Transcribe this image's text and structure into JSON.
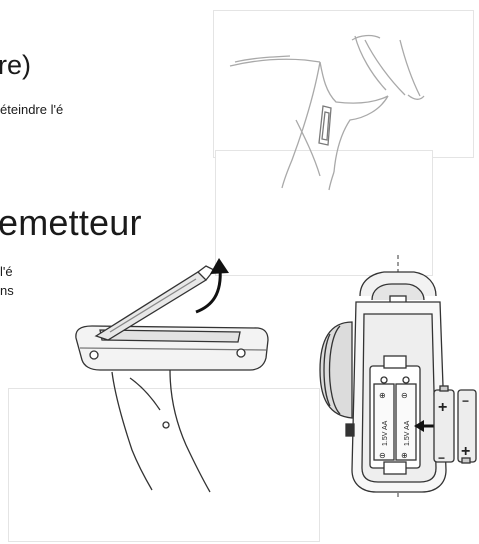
{
  "text": {
    "heading_top": "re)",
    "line_top": "éteindre l'é",
    "heading_main": "emetteur",
    "line_a": "l'é",
    "line_b": "ns"
  },
  "battery_compartment": {
    "cell_label": "1.5V AA",
    "plus_sign": "+",
    "minus_sign": "−",
    "terminal_plus": "⊕",
    "terminal_minus": "⊖"
  }
}
